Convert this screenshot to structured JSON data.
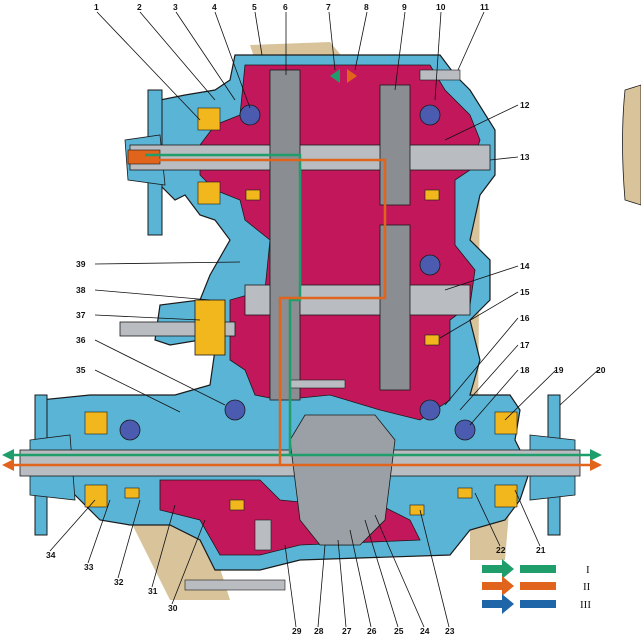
{
  "colors": {
    "background": "#ffffff",
    "housing": "#5ab4d6",
    "housing_dark": "#2a7fa8",
    "oil_cavity": "#c2185b",
    "shaft": "#b9bcc0",
    "gear": "#8a8d91",
    "bearing": "#4a5bb0",
    "seal": "#f2b71d",
    "ground": "#d8c39a",
    "path_I": "#1f9e6b",
    "path_II": "#e0641c",
    "path_III": "#1f66a8",
    "outline": "#1a1a1a"
  },
  "callouts": {
    "top": [
      "1",
      "2",
      "3",
      "4",
      "5",
      "6",
      "7",
      "8",
      "9",
      "10",
      "11"
    ],
    "right": [
      "12",
      "13",
      "14",
      "15",
      "16",
      "17",
      "18",
      "19",
      "20"
    ],
    "bottom": [
      "21",
      "22",
      "23",
      "24",
      "25",
      "26",
      "27",
      "28",
      "29",
      "30",
      "31",
      "32",
      "33",
      "34"
    ],
    "left": [
      "35",
      "36",
      "37",
      "38",
      "39"
    ]
  },
  "legend": [
    {
      "label": "I",
      "color": "#1f9e6b"
    },
    {
      "label": "II",
      "color": "#e0641c"
    },
    {
      "label": "III",
      "color": "#1f66a8"
    }
  ]
}
